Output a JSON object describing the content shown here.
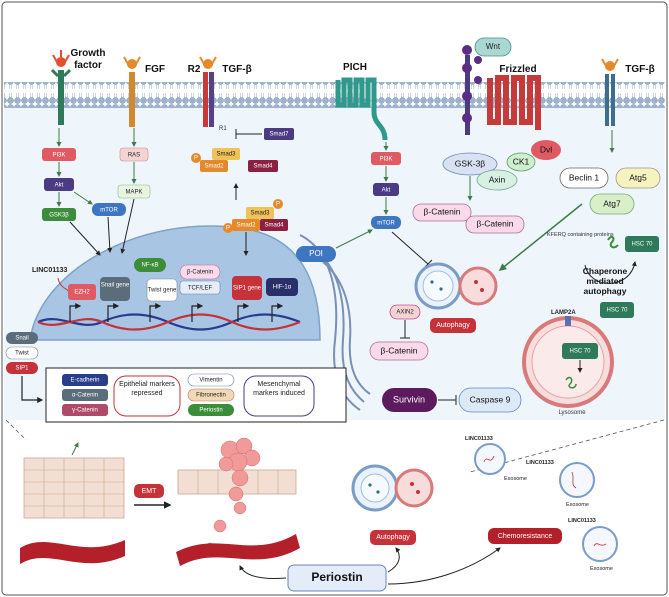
{
  "receptors": {
    "growth_factor_line1": "Growth",
    "growth_factor_line2": "factor",
    "fgf": "FGF",
    "r2": "R2",
    "tgfb_left": "TGF-β",
    "r1": "R1",
    "pich": "PICH",
    "wnt": "Wnt",
    "frizzled": "Frizzled",
    "tgfb_right": "TGF-β"
  },
  "pathways": {
    "pi3k_left": "PI3K",
    "akt_left": "Akt",
    "gsk3b_left": "GSK3β",
    "mtor_left": "mTOR",
    "ras": "RAS",
    "mapk": "MAPK",
    "smad7": "Smad7",
    "smad3_a": "Smad3",
    "smad2_a": "Smad2",
    "smad4_a": "Smad4",
    "smad3_b": "Smad3",
    "smad2_b": "Smad2",
    "smad4_b": "Smad4",
    "p": "P",
    "pi3k_mid": "PI3K",
    "akt_mid": "Akt",
    "mtor_mid": "mTOR",
    "gsk3b_right": "GSK-3β",
    "axin": "Axin",
    "ck1": "CK1",
    "dvl": "Dvl",
    "bcat_1": "β-Catenin",
    "bcat_2": "β-Catenin",
    "beclin1": "Beclin 1",
    "atg5": "Atg5",
    "atg7": "Atg7",
    "kferq": "KFERQ containing proteins",
    "hsc70_a": "HSC 70",
    "cma_line1": "Chaperone",
    "cma_line2": "mediated",
    "cma_line3": "autophagy",
    "lamp2a": "LAMP2A",
    "hsc70_b": "HSC 70",
    "hsc70_c": "HSC 70",
    "lysosome": "Lysosome",
    "poi": "POI",
    "axin2": "AXIN2",
    "bcat_3": "β-Catenin",
    "autophagy_top": "Autophagy",
    "survivin": "Survivin",
    "caspase9": "Caspase 9"
  },
  "nucleus": {
    "linc_left": "LINC01133",
    "ezh2": "EZH2",
    "snail_gene": "Snail gene",
    "nfkb": "NF-κB",
    "twist_gene": "Twist gene",
    "bcat": "β-Catenin",
    "tcf_lef": "TCF/LEF",
    "sip1_gene": "SIP1 gene",
    "hif1a": "HIF-1α"
  },
  "factors": {
    "snail": "Snail",
    "twist": "Twist",
    "sip1": "SIP1"
  },
  "markers": {
    "e_cadherin": "E-cadherin",
    "a_catenin": "α-Catenin",
    "g_catenin": "γ-Catenin",
    "epithelial": "Epithelial markers repressed",
    "vimentin": "Vimentin",
    "fibronectin": "Fibronectin",
    "periostin_m": "Periostin",
    "mesenchymal": "Mesenchymal markers induced"
  },
  "bottom": {
    "emt": "EMT",
    "autophagy": "Autophagy",
    "chemoresistance": "Chemoresistance",
    "periostin": "Periostin",
    "linc_1": "LINC01133",
    "exosome_1": "Exosome",
    "linc_2": "LINC01133",
    "exosome_2": "Exosome",
    "linc_3": "LINC01133",
    "exosome_3": "Exosome"
  },
  "colors": {
    "membrane": "#8ea7c9",
    "cytoplasm": "#eef5fb",
    "nucleus": "#9fc0e0",
    "red_box": "#e05a63",
    "dark_red": "#b3202a",
    "purple": "#4b3b83",
    "green": "#3c8d3a",
    "receptor_red": "#c63a3a",
    "teal": "#3aa39a"
  }
}
